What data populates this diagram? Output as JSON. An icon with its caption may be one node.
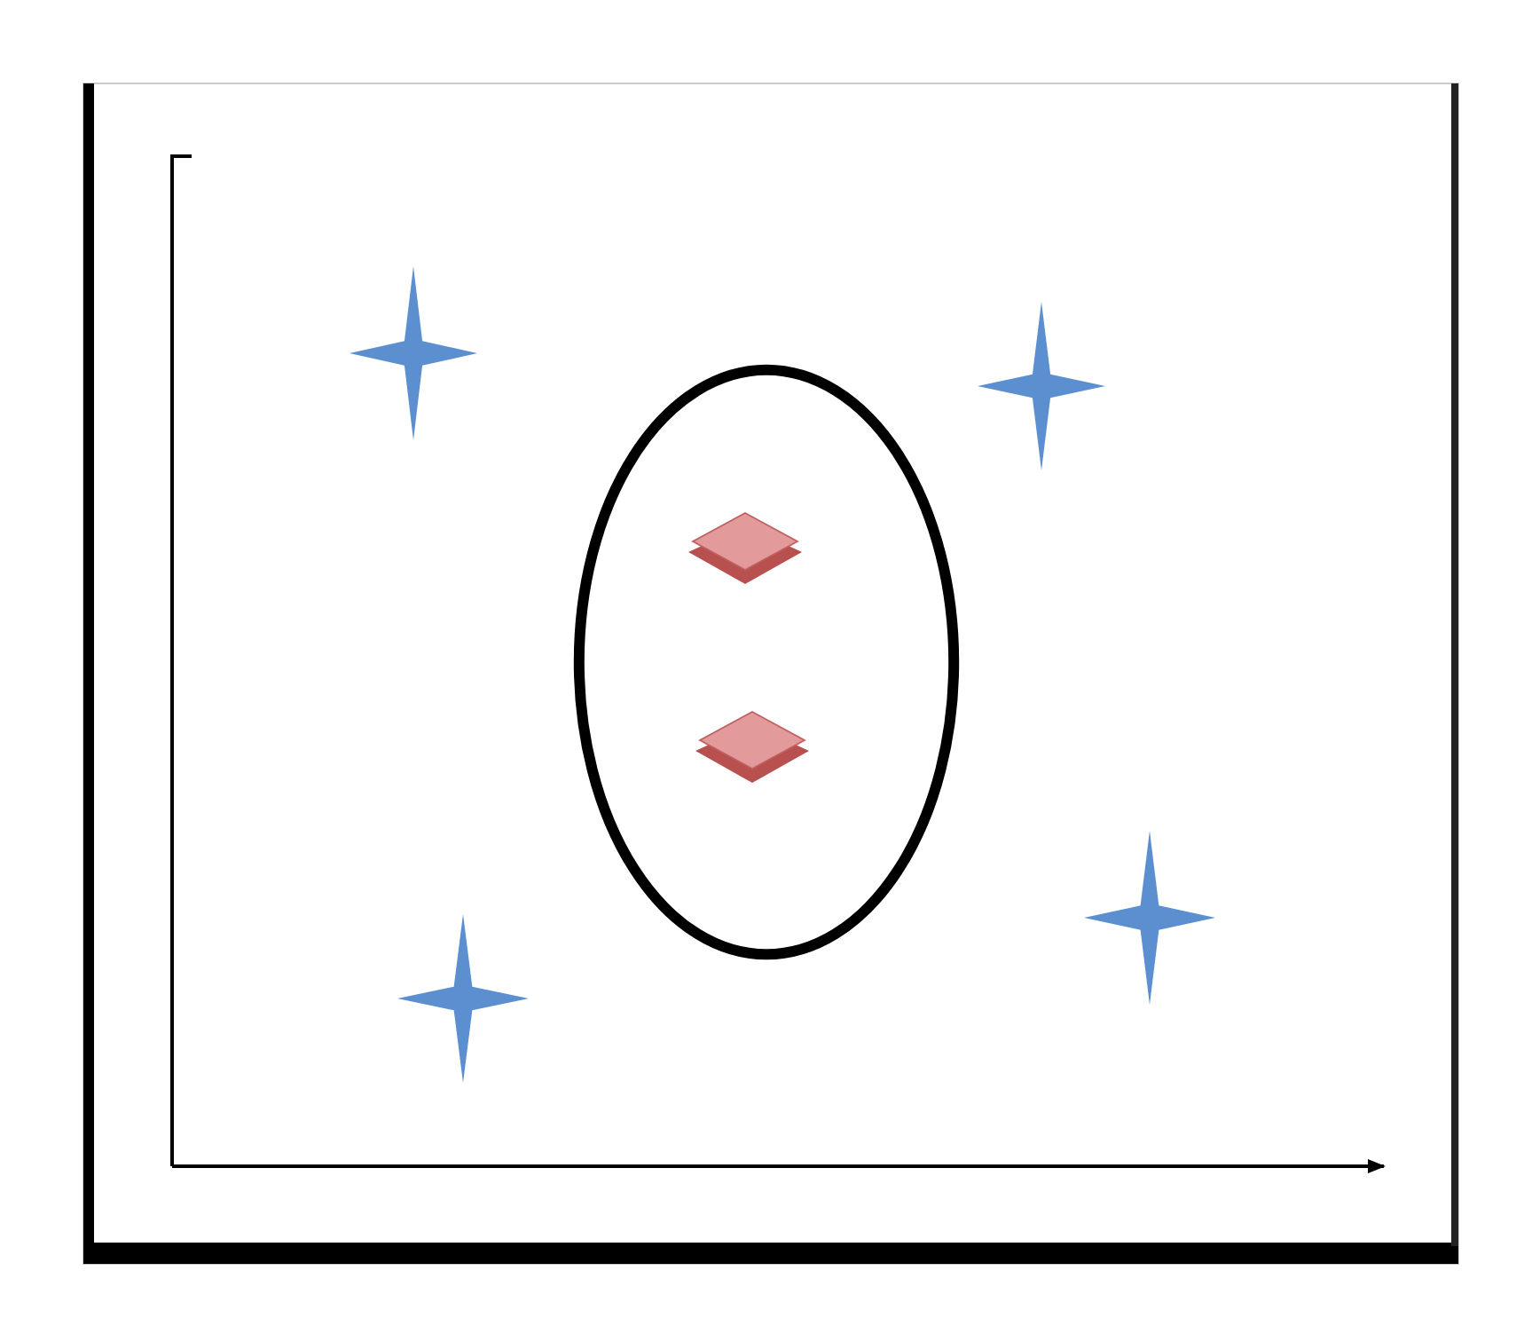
{
  "diagram": {
    "nodes": [
      {
        "text": [],
        "shape": "star"
      },
      {
        "text": [],
        "shape": "ellipse"
      },
      {
        "text": [],
        "shape": "diamond",
        "in": 1
      },
      {
        "text": [],
        "shape": "diamond",
        "in": 1
      },
      {
        "text": [],
        "shape": "star"
      },
      {
        "text": [],
        "shape": "star"
      },
      {
        "text": [],
        "shape": "star"
      }
    ]
  }
}
